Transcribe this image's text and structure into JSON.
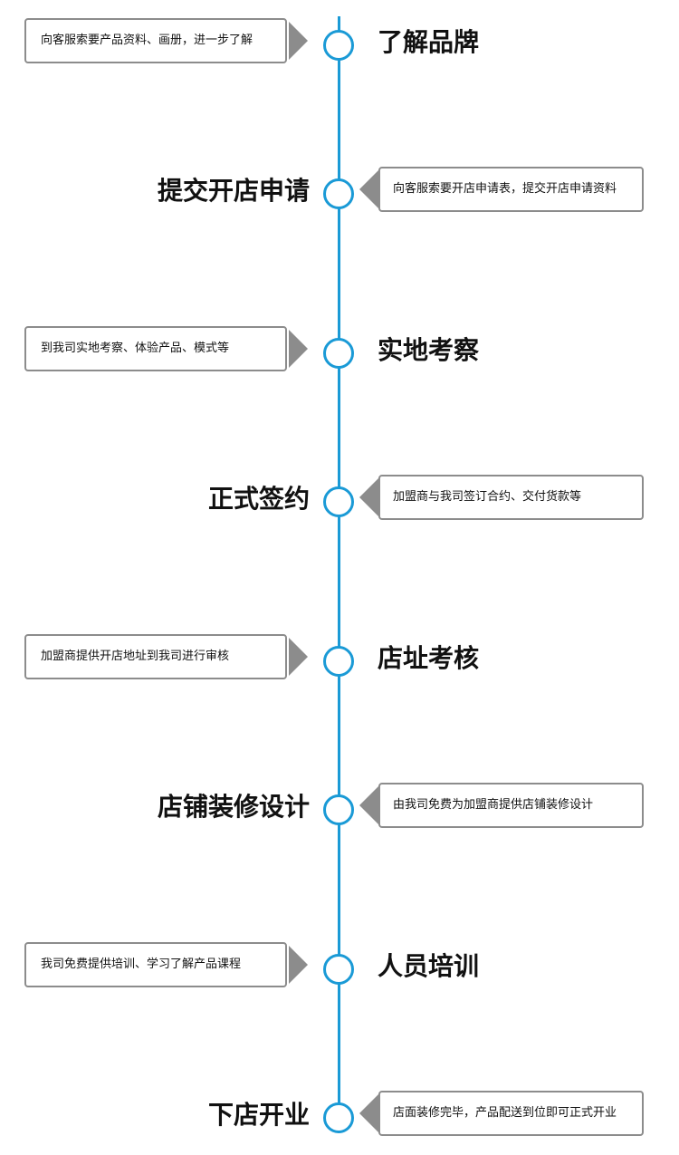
{
  "steps": [
    {
      "title": "了解品牌",
      "desc": "向客服索要产品资料、画册，进一步了解"
    },
    {
      "title": "提交开店申请",
      "desc": "向客服索要开店申请表，提交开店申请资料"
    },
    {
      "title": "实地考察",
      "desc": "到我司实地考察、体验产品、模式等"
    },
    {
      "title": "正式签约",
      "desc": "加盟商与我司签订合约、交付货款等"
    },
    {
      "title": "店址考核",
      "desc": "加盟商提供开店地址到我司进行审核"
    },
    {
      "title": "店铺装修设计",
      "desc": "由我司免费为加盟商提供店铺装修设计"
    },
    {
      "title": "人员培训",
      "desc": "我司免费提供培训、学习了解产品课程"
    },
    {
      "title": "下店开业",
      "desc": "店面装修完毕，产品配送到位即可正式开业"
    }
  ],
  "colors": {
    "line": "#1a9ad6",
    "card_border": "#8c8c8c",
    "text": "#111111"
  }
}
